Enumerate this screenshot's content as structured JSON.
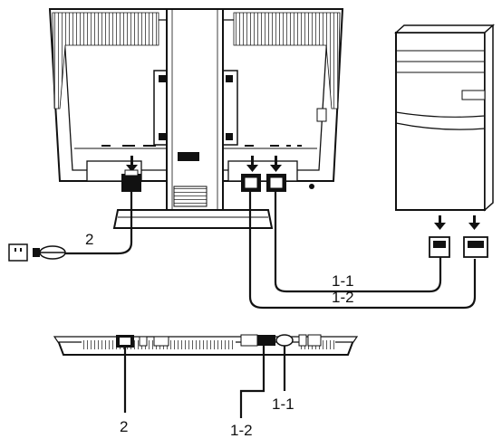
{
  "figure": {
    "callouts": {
      "power_cable_top": "2",
      "cable_one_top": "1-1",
      "cable_two_top": "1-2",
      "power_cable_bottom": "2",
      "cable_two_bottom": "1-2",
      "cable_one_bottom": "1-1"
    },
    "parts": [
      "monitor-rear",
      "monitor-stand",
      "computer-tower",
      "power-outlet",
      "power-plug",
      "signal-cable-1-1",
      "signal-cable-1-2",
      "monitor-bottom-view"
    ],
    "colors": {
      "line": "#111111",
      "hatch": "#333333",
      "panel": "#ffffff"
    }
  }
}
